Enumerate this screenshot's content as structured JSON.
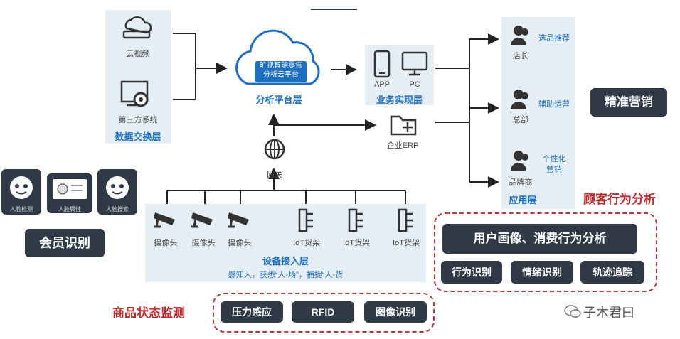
{
  "cloud_video_label": "云视频",
  "third_party_label": "第三方系统",
  "data_exchange_layer": "数据交换层",
  "cloud_platform_line1": "旷视智能零售",
  "cloud_platform_line2": "分析云平台",
  "analysis_platform_layer": "分析平台层",
  "app_label": "APP",
  "pc_label": "PC",
  "business_layer": "业务实现层",
  "erp_label": "企业ERP",
  "gateway_label": "网关",
  "camera_label": "摄像头",
  "iot_shelf_label": "IoT货架",
  "device_access_layer": "设备接入层",
  "device_desc": "感知人，获悉“人-场”，捕捉“人-货",
  "roles": [
    {
      "role": "店长",
      "function": "选品推荐"
    },
    {
      "role": "总部",
      "function": "辅助运营"
    },
    {
      "role": "品牌商",
      "function": "个性化\n营销"
    }
  ],
  "application_layer": "应用层",
  "precision_marketing": "精准营销",
  "customer_behavior_analysis": "顾客行为分析",
  "user_profile_analysis": "用户画像、消费行为分析",
  "behavior_tags": [
    "行为识别",
    "情绪识别",
    "轨迹追踪"
  ],
  "face_tiles": [
    "人脸检测",
    "人脸属性",
    "人脸搜索"
  ],
  "member_recognition": "会员识别",
  "goods_status_monitoring": "商品状态监测",
  "goods_tags": [
    "压力感应",
    "RFID",
    "图像识别"
  ],
  "watermark": "子木君曰",
  "colors": {
    "accent_blue": "#1f6fc0",
    "accent_red": "#c0282c",
    "dark": "#2f3a46",
    "panel": "#e6eef5"
  }
}
